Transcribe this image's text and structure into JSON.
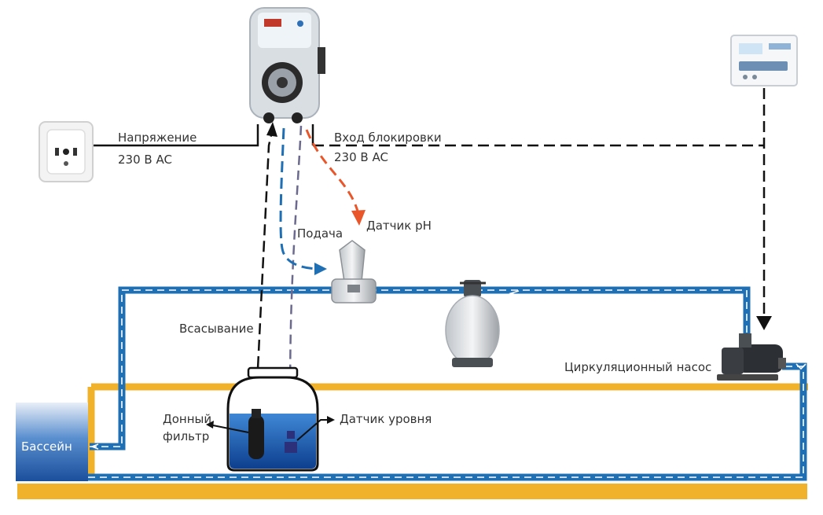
{
  "labels": {
    "voltage_line1": "Напряжение",
    "voltage_line2": "230 В AC",
    "lock_input_line1": "Вход блокировки",
    "lock_input_line2": "230 В AC",
    "ph_sensor": "Датчик pH",
    "feed": "Подача",
    "suction": "Всасывание",
    "circulation_pump": "Циркуляционный насос",
    "bottom_filter_line1": "Донный",
    "bottom_filter_line2": "фильтр",
    "level_sensor": "Датчик уровня",
    "pool": "Бассейн"
  },
  "colors": {
    "pipe_blue": "#1f6fb5",
    "pool_yellow": "#f0b22a",
    "water_blue": "#1e63b8",
    "ph_line_orange": "#e8562a",
    "suction_purple": "#6b6a8e",
    "black": "#111111"
  },
  "icons": {
    "socket": "wall-socket-icon",
    "dosing_pump": "peristaltic-dosing-pump-icon",
    "controller": "pool-controller-icon",
    "probe_holder": "ph-probe-holder-icon",
    "sand_filter": "sand-filter-icon",
    "pump": "circulation-pump-icon",
    "tank": "chemical-tank-icon"
  }
}
